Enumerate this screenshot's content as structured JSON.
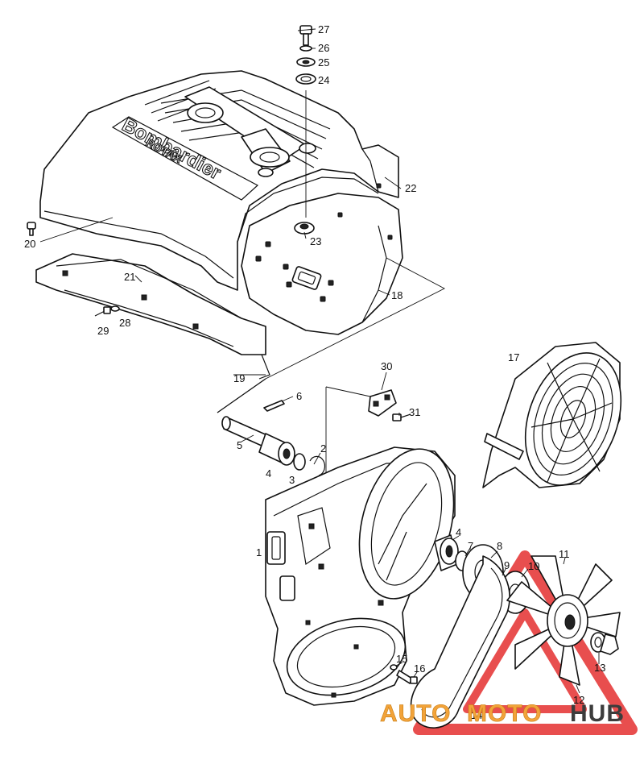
{
  "labels": [
    "1",
    "2",
    "3",
    "4",
    "4",
    "5",
    "6",
    "7",
    "8",
    "9",
    "10",
    "11",
    "12",
    "13",
    "14",
    "15",
    "16",
    "17",
    "18",
    "19",
    "20",
    "21",
    "22",
    "23",
    "24",
    "25",
    "26",
    "27",
    "28",
    "29",
    "30",
    "31"
  ],
  "brand_text": "Bombardier",
  "brand_sub": "ROTAX",
  "watermark": {
    "part1": "AUTO",
    "part2": "MOTO",
    "part3": "HUB"
  },
  "colors": {
    "line": "#111111",
    "watermark_red": "#e63b3b",
    "watermark_orange": "#f2a33a",
    "watermark_gray": "#3c3c3c"
  }
}
